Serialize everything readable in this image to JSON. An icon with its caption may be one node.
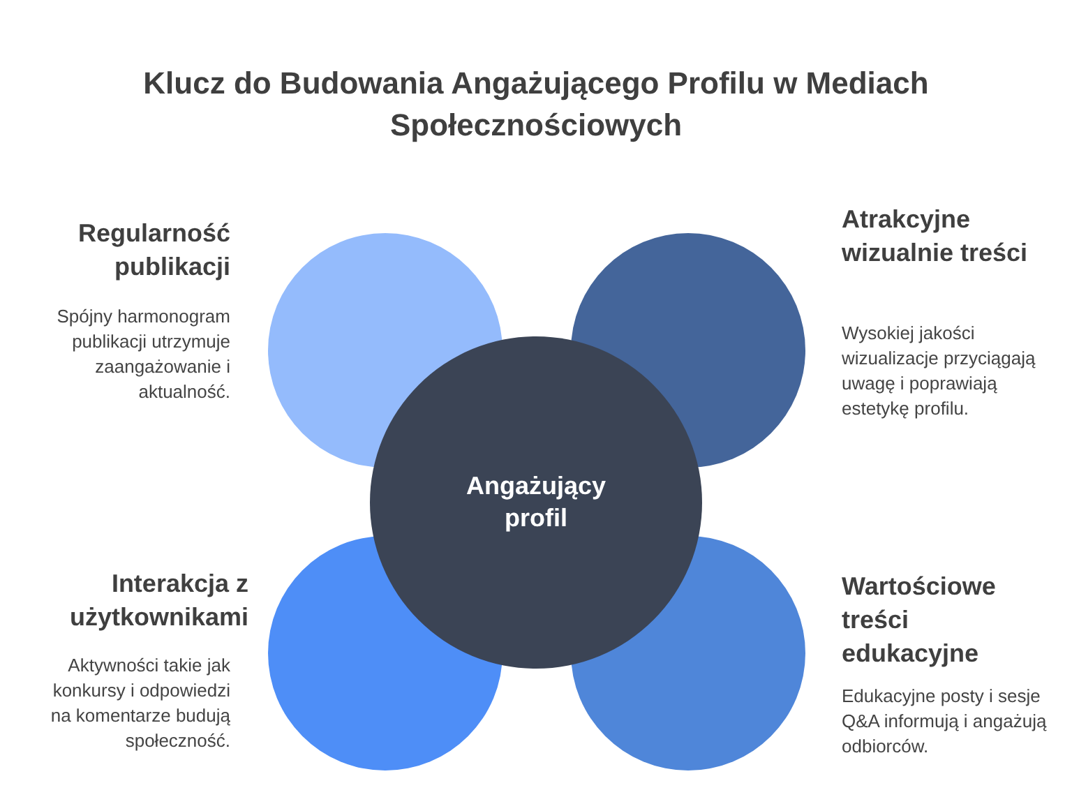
{
  "diagram": {
    "title": "Klucz do Budowania Angażującego Profilu w Mediach Społecznościowych",
    "nodes": [
      {
        "text": [
          "Angażujący profil"
        ]
      },
      {
        "text": [],
        "shape": "circle",
        "beside": [
          "Regularność publikacji",
          "Spójny harmonogram publikacji utrzymuje zaangażowanie i aktualność."
        ]
      },
      {
        "text": [],
        "shape": "circle",
        "beside": [
          "Atrakcyjne wizualnie treści",
          "Wysokiej jakości wizualizacje przyciągają uwagę i poprawiają estetykę profilu."
        ]
      },
      {
        "text": [],
        "shape": "circle",
        "beside": [
          "Interakcja z użytkownikami",
          "Aktywności takie jak konkursy i odpowiedzi na komentarze budują społeczność."
        ]
      },
      {
        "text": [],
        "shape": "circle",
        "beside": [
          "Wartościowe treści edukacyjne",
          "Edukacyjne posty i sesje Q&A informują i angażują odbiorców."
        ]
      }
    ]
  }
}
